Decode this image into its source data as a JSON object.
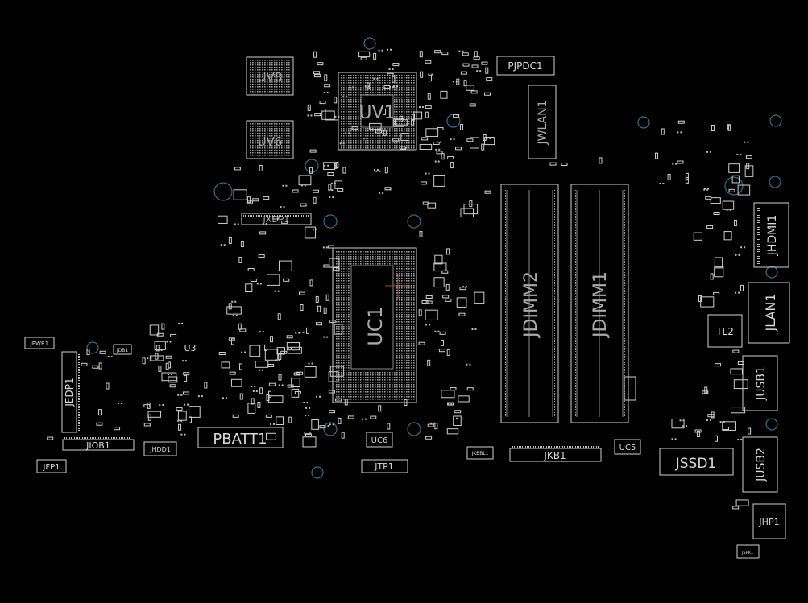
{
  "refdes": {
    "uv8": "UV8",
    "uv6": "UV6",
    "uv1": "UV1",
    "pjpdc1": "PJPDC1",
    "jwlan1": "JWLAN1",
    "jxdp1": "JXDP1",
    "uc1": "UC1",
    "jdimm2": "JDIMM2",
    "jdimm1": "JDIMM1",
    "jhdmi1": "JHDMI1",
    "jlan1": "JLAN1",
    "tl2": "TL2",
    "jusb1": "JUSB1",
    "jusb2": "JUSB2",
    "jssd1": "JSSD1",
    "jhp1": "JHP1",
    "jkb1": "JKB1",
    "uc5": "UC5",
    "uc6": "UC6",
    "jtp1": "JTP1",
    "jkbl1": "JKBBL1",
    "pbatt1": "PBATT1",
    "jhdd1": "JHDD1",
    "jiob1": "JIOB1",
    "jfp1": "JFP1",
    "jedp1": "JEDP1",
    "jpwr1": "JPWR1",
    "u3": "U3",
    "jspk1": "JSPK1",
    "jdb1": "JDB1"
  }
}
